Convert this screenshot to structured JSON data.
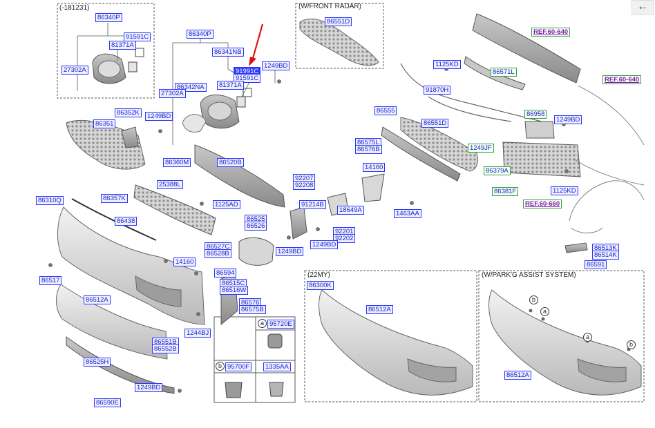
{
  "frame_captions": {
    "top_left": "(-181231)",
    "front_radar": "(W/FRONT RADAR)",
    "my22": "(22MY)",
    "parking": "(W/PARK'G ASSIST SYSTEM)"
  },
  "back_icon": "arrow-left",
  "highlight_color": "#2b36ff",
  "part_labels": {
    "p86340P_a": "86340P",
    "p91591C_a": "91591C",
    "p81371A_a": "81371A",
    "p27302A_a": "27302A",
    "p86340P_b": "86340P",
    "p86341NB": "86341NB",
    "p1249BD_a": "1249BD",
    "p91991C": "91991C",
    "p91591C_b": "91591C",
    "p81371A_b": "81371A",
    "p86342NA": "86342NA",
    "p27302A_b": "27302A",
    "p86551D_a": "86551D",
    "p86352K": "86352K",
    "p86351": "86351",
    "p1249BD_b": "1249BD",
    "p86360M": "86360M",
    "p86520B": "86520B",
    "p25388L": "25388L",
    "p1125AD": "1125AD",
    "p86357K": "86357K",
    "p86310Q": "86310Q",
    "p86438": "86438",
    "p86525": "86525",
    "p86526": "86526",
    "p86527C": "86527C",
    "p86528B": "86528B",
    "p14160_a": "14160",
    "p86594": "86594",
    "p86515C": "86515C",
    "p86516W": "86516W",
    "p86576": "86576",
    "p86575B": "86575B",
    "p86517": "86517",
    "p86512A_a": "86512A",
    "p1244BJ": "1244BJ",
    "p86551B": "86551B",
    "p86552B": "86552B",
    "p86525H": "86525H",
    "p1249BD_c": "1249BD",
    "p86590E": "86590E",
    "p95720E": "95720E",
    "p95700F": "95700F",
    "p1335AA": "1335AA",
    "p92207": "92207",
    "p92208": "92208",
    "p91214B": "91214B",
    "p18649A": "18649A",
    "p92201": "92201",
    "p92202": "92202",
    "p1249BD_d": "1249BD",
    "p1249BD_e": "1249BD",
    "p86575L": "86575L",
    "p86576B": "86576B",
    "p14160_b": "14160",
    "p1463AA": "1463AA",
    "p86555": "86555",
    "p86551D_b": "86551D",
    "p1125KD_a": "1125KD",
    "p91870H": "91870H",
    "p1249BD_f": "1249BD",
    "p1125KD_b": "1125KD",
    "p86513K": "86513K",
    "p86514K": "86514K",
    "p86591": "86591",
    "p86300K": "86300K",
    "p86512A_b": "86512A",
    "p86512A_c": "86512A"
  },
  "green_labels": {
    "g86571L": "86571L",
    "g86958": "86958",
    "g1249JF": "1249JF",
    "g86379A": "86379A",
    "g86381F": "86381F"
  },
  "refs": {
    "r1": "REF.60-640",
    "r2": "REF.60-640",
    "r3": "REF.60-660"
  },
  "callouts": {
    "a1": "a",
    "b1": "b",
    "a2": "a",
    "b2": "b",
    "a3": "a",
    "b3": "b"
  }
}
